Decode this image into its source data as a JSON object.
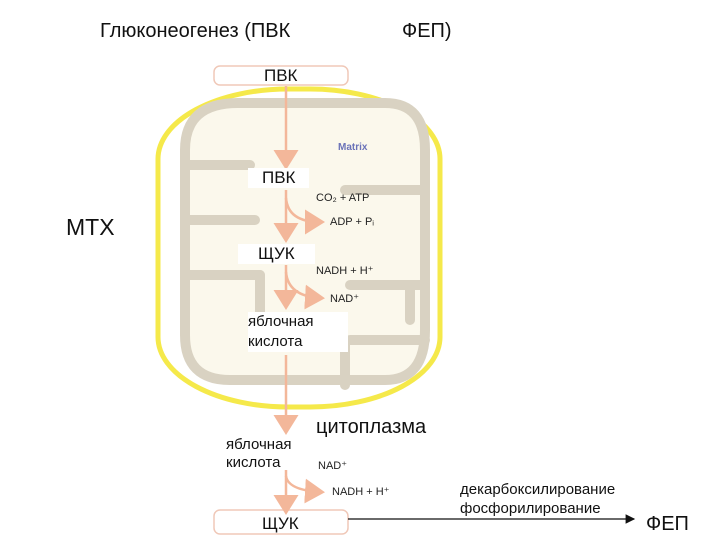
{
  "title": {
    "left": "Глюконеогенез  (ПВК",
    "right": "ФЕП)"
  },
  "labels": {
    "pvk_top": "ПВК",
    "pvk_matrix": "ПВК",
    "mtx": "МТХ",
    "oaa_matrix": "ЩУК",
    "malate_matrix": "яблочная кислота",
    "cytoplasm": "цитоплазма",
    "malate_cytoplasm": "яблочная кислота",
    "oaa_cytoplasm": "ЩУК",
    "decarboxylation": "декарбоксилирование",
    "phosphorylation": "фосфорилирование",
    "pep": "ФЕП",
    "matrix": "Matrix"
  },
  "cofactors": {
    "co2_atp": "CO₂ + ATP",
    "adp_pi": "ADP + Pᵢ",
    "nadh_h_matrix": "NADH + H⁺",
    "nad_matrix": "NAD⁺",
    "nad_cytoplasm": "NAD⁺",
    "nadh_h_cytoplasm": "NADH + H⁺"
  },
  "colors": {
    "outer_membrane": "#f5e94a",
    "inner_membrane": "#d9d2c2",
    "matrix_fill": "#fbf8ec",
    "arrow": "#f3b79a",
    "matrix_label": "#6a72b8",
    "cofactor_text": "#222222"
  }
}
